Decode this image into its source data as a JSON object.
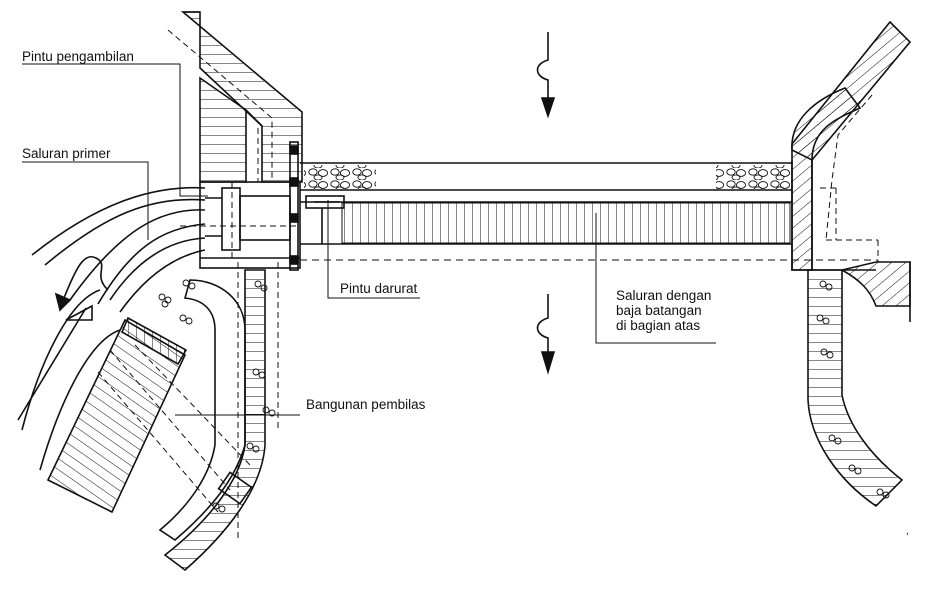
{
  "labels": {
    "pintu_pengambilan": "Pintu pengambilan",
    "saluran_primer": "Saluran primer",
    "pintu_darurat": "Pintu darurat",
    "saluran_dengan_line1": "Saluran dengan",
    "saluran_dengan_line2": "baja batangan",
    "saluran_dengan_line3": "di bagian atas",
    "bangunan_pembilas": "Bangunan pembilas"
  },
  "colors": {
    "line": "#111111",
    "background": "#ffffff"
  },
  "icons": {
    "flow_arrow_upstream": "flow-direction-arrow-icon",
    "flow_arrow_downstream": "flow-direction-arrow-icon",
    "flow_arrow_primary": "flow-direction-arrow-icon"
  }
}
